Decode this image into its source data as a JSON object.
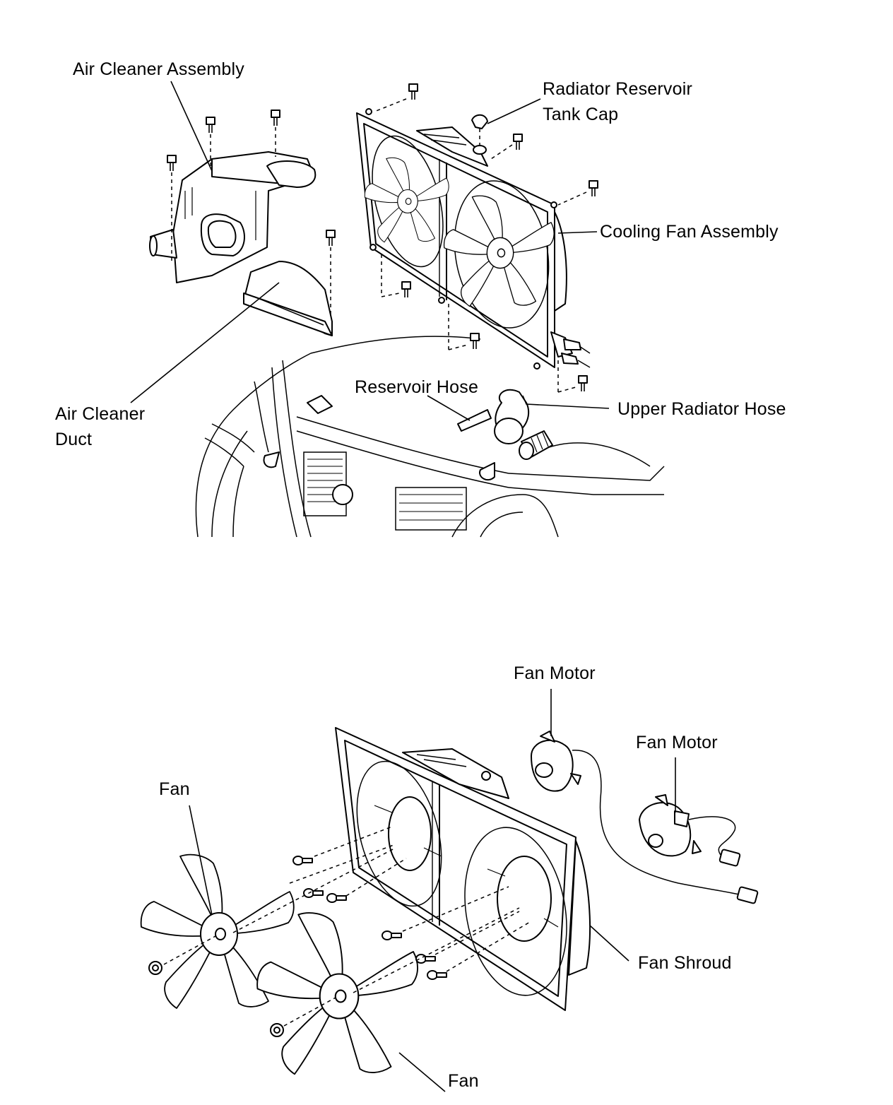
{
  "diagram": {
    "top_view": {
      "labels": {
        "air_cleaner_assembly": "Air Cleaner Assembly",
        "radiator_reservoir_tank_cap_line1": "Radiator Reservoir",
        "radiator_reservoir_tank_cap_line2": "Tank Cap",
        "cooling_fan_assembly": "Cooling Fan Assembly",
        "air_cleaner_duct_line1": "Air Cleaner",
        "air_cleaner_duct_line2": "Duct",
        "reservoir_hose": "Reservoir Hose",
        "upper_radiator_hose": "Upper Radiator Hose"
      }
    },
    "bottom_view": {
      "labels": {
        "fan_motor_left": "Fan Motor",
        "fan_motor_right": "Fan Motor",
        "fan_left": "Fan",
        "fan_bottom": "Fan",
        "fan_shroud": "Fan Shroud"
      }
    }
  }
}
